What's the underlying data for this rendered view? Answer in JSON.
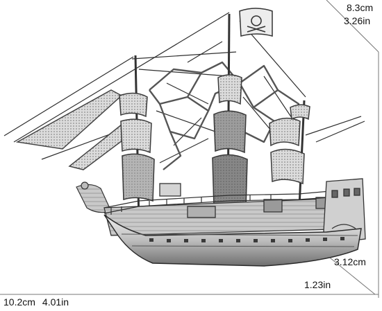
{
  "image": {
    "subject": "metal-model-pirate-ship",
    "palette": {
      "background": "#ffffff",
      "metal_light": "#e2e2e2",
      "metal_mid": "#a8a8a8",
      "metal_dark": "#4a4a4a",
      "outline": "#222222"
    }
  },
  "dimensions": {
    "height_cm": "8.3cm",
    "height_in": "3.26in",
    "depth_cm": "3.12cm",
    "depth_in": "1.23in",
    "length_cm": "10.2cm",
    "length_in": "4.01in"
  }
}
